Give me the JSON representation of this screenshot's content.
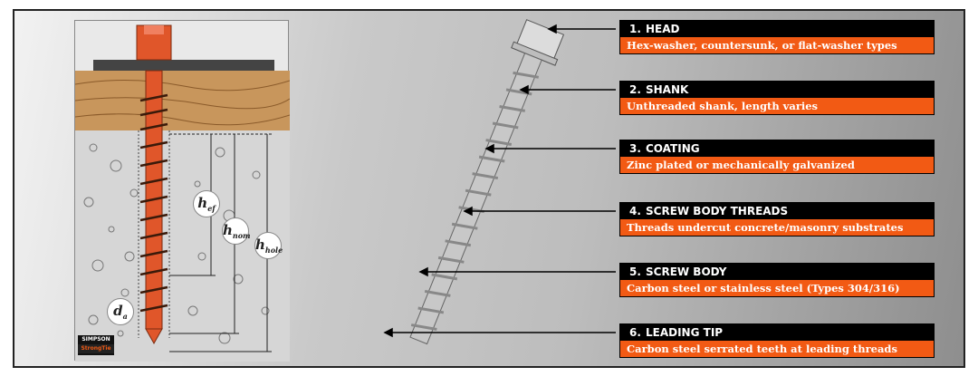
{
  "callouts": [
    {
      "num": "1.",
      "title": "HEAD",
      "desc": "Hex-washer, countersunk, or flat-washer types"
    },
    {
      "num": "2.",
      "title": "SHANK",
      "desc": "Unthreaded shank, length varies"
    },
    {
      "num": "3.",
      "title": "COATING",
      "desc": "Zinc plated or mechanically galvanized"
    },
    {
      "num": "4.",
      "title": "SCREW BODY THREADS",
      "desc": "Threads undercut concrete/masonry substrates"
    },
    {
      "num": "5.",
      "title": "SCREW BODY",
      "desc": "Carbon steel or stainless steel (Types 304/316)"
    },
    {
      "num": "6.",
      "title": "LEADING TIP",
      "desc": "Carbon steel serrated teeth at leading threads"
    }
  ],
  "labels": {
    "hef": {
      "base": "h",
      "sub": "ef"
    },
    "hnom": {
      "base": "h",
      "sub": "nom"
    },
    "hhole": {
      "base": "h",
      "sub": "hole"
    },
    "da": {
      "base": "d",
      "sub": "a"
    }
  },
  "logo": {
    "line1": "SIMPSON",
    "line2": "StrongTie"
  },
  "colors": {
    "accent": "#f25a14",
    "caption_bg": "#000000",
    "concrete": "#d9d9d9",
    "wood": "#c8965c"
  }
}
